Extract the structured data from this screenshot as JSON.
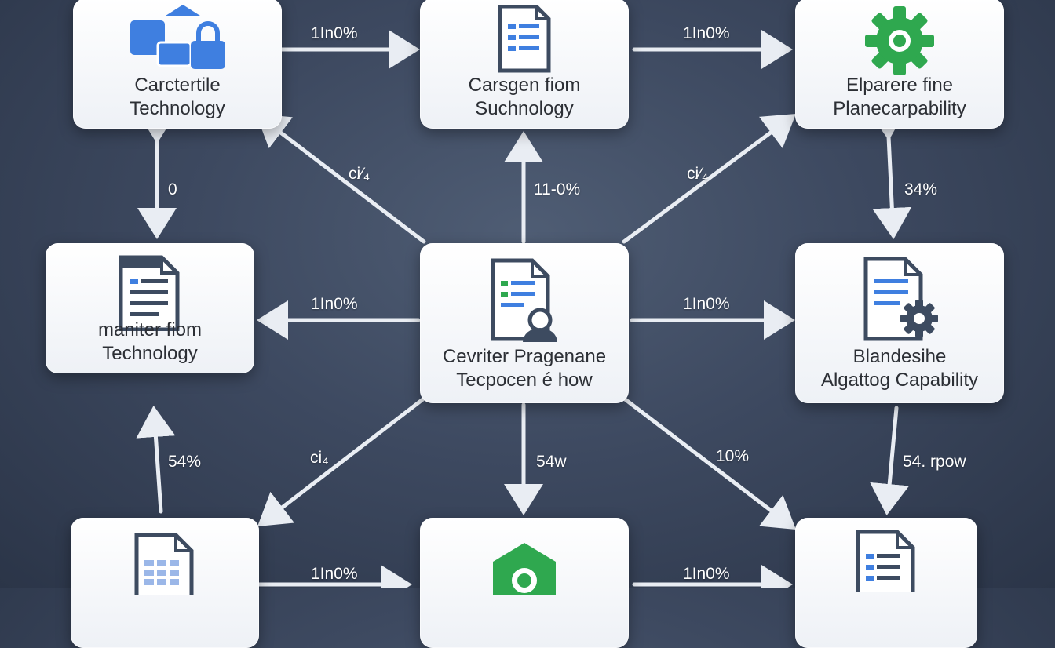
{
  "nodes": {
    "top_left": {
      "line1": "Carctertile",
      "line2": "Technology",
      "icon": "cloud-upload-lock-icon"
    },
    "top_center": {
      "line1": "Carsgen fiom",
      "line2": "Suchnology",
      "icon": "document-list-icon"
    },
    "top_right": {
      "line1": "Elparere fine",
      "line2": "Planecarpability",
      "icon": "gear-icon"
    },
    "mid_left": {
      "line1": "maniter fiom",
      "line2": "Technology",
      "icon": "document-lines-icon"
    },
    "center": {
      "line1": "Cevriter Pragenane",
      "line2": "Tecpocen é how",
      "icon": "document-user-icon"
    },
    "mid_right": {
      "line1": "Blandesihe",
      "line2": "Algattog Capability",
      "icon": "document-gear-icon"
    },
    "bot_left": {
      "icon": "document-table-icon"
    },
    "bot_center": {
      "icon": "green-hexagon-icon"
    },
    "bot_right": {
      "icon": "document-list-icon"
    }
  },
  "edge_labels": {
    "top_left_to_center": "1In0%",
    "top_center_to_right": "1In0%",
    "diag_upper_left": "ci⁄₄",
    "center_up": "11-0%",
    "diag_upper_right": "ci⁄₄",
    "left_vertical_upper": "0",
    "right_vertical_upper": "34%",
    "center_to_mid_left": "1In0%",
    "center_to_mid_right": "1In0%",
    "left_vertical_lower": "54%",
    "diag_lower_left": "ci₄",
    "center_down": "54w",
    "diag_lower_right": "10%",
    "right_vertical_lower": "54. rpow",
    "bottom_left_to_center": "1In0%",
    "bottom_center_to_right": "1In0%"
  },
  "colors": {
    "arrow": "#e9edf3",
    "blue": "#3f7fe0",
    "green": "#2fa84f",
    "dark_icon": "#3d4b60"
  }
}
